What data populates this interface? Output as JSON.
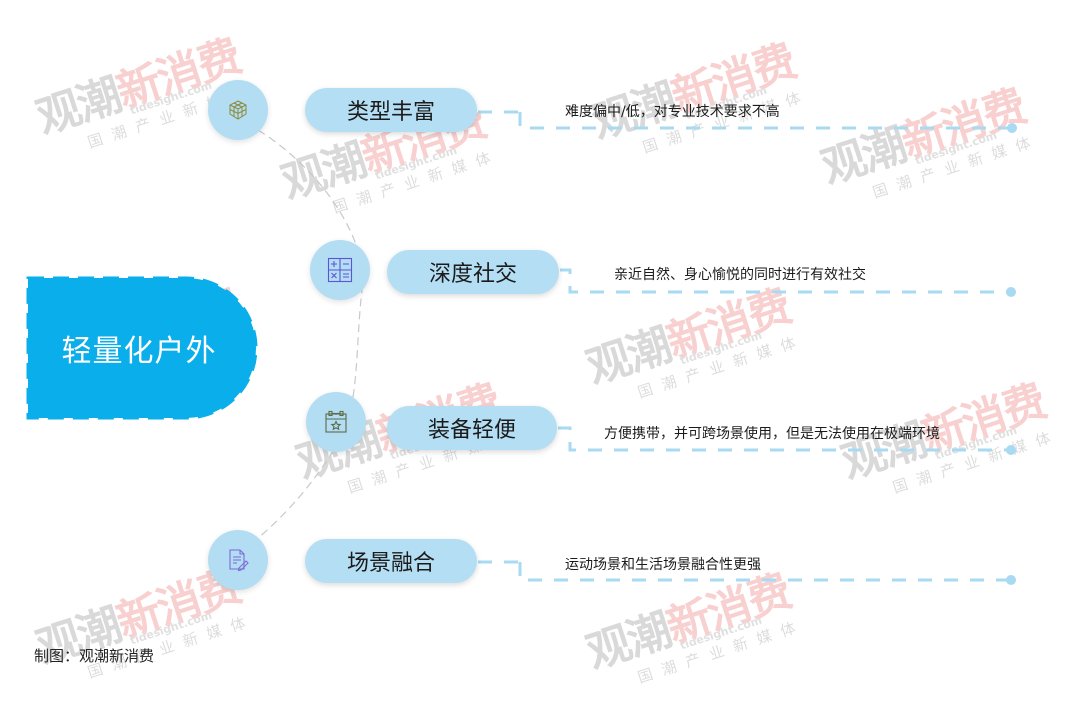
{
  "root": {
    "label": "轻量化户外",
    "color": "#0aaeea"
  },
  "branches": [
    {
      "title": "类型丰富",
      "description": "难度偏中/低，对专业技术要求不高",
      "icon": "cube-icon",
      "icon_color": "#8a8a3a"
    },
    {
      "title": "深度社交",
      "description": "亲近自然、身心愉悦的同时进行有效社交",
      "icon": "calculator-icon",
      "icon_color": "#5b55d6"
    },
    {
      "title": "装备轻便",
      "description": "方便携带，并可跨场景使用，但是无法使用在极端环境",
      "icon": "calendar-star-icon",
      "icon_color": "#5a6a4a"
    },
    {
      "title": "场景融合",
      "description": "运动场景和生活场景融合性更强",
      "icon": "document-edit-icon",
      "icon_color": "#7b6cd6"
    }
  ],
  "colors": {
    "pill": "#b4def4",
    "icon_circle": "#b3ddf3",
    "connector": "#a8daf2",
    "arc": "#c8c8c8"
  },
  "footer": {
    "credit": "制图：观潮新消费"
  },
  "watermark": {
    "brand_gray": "观潮",
    "brand_red": "新消费",
    "url": "tidesight.com",
    "tagline": "国潮产业新媒体"
  }
}
